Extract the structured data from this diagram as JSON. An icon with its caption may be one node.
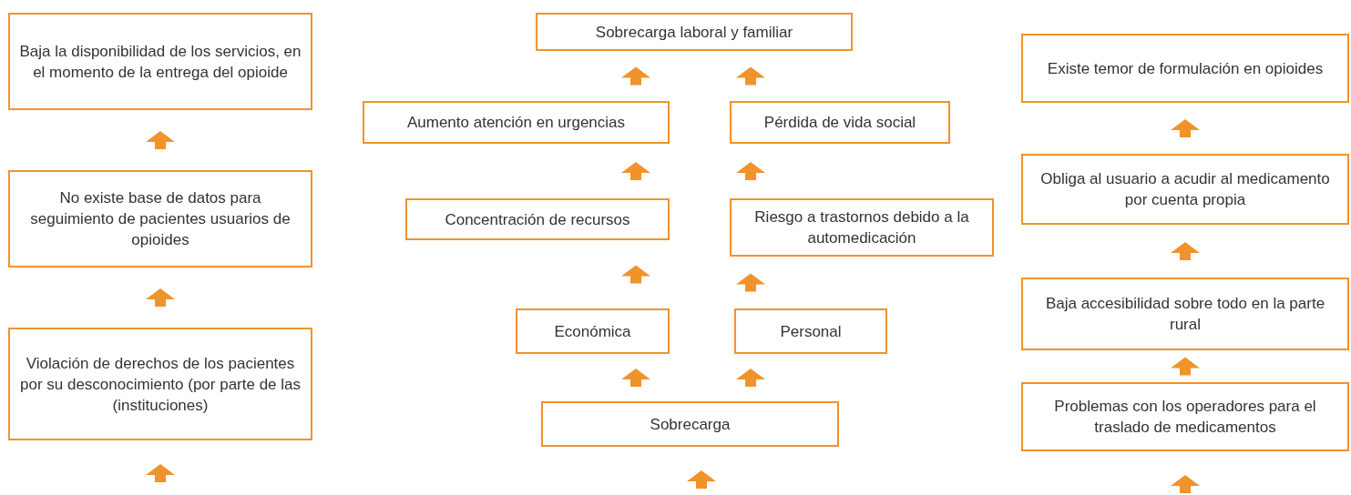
{
  "diagram": {
    "nodes": [
      {
        "text": [
          "Baja la disponibilidad de los servicios, en el momento de la entrega del opioide"
        ]
      },
      {
        "text": [
          "No existe base de datos para seguimiento de pacientes usuarios de opioides"
        ]
      },
      {
        "text": [
          "Violación de derechos de los pacientes por su desconocimiento (por parte de las (instituciones)"
        ]
      },
      {
        "text": [
          "Sobrecarga laboral y familiar"
        ]
      },
      {
        "text": [
          "Aumento atención en urgencias"
        ]
      },
      {
        "text": [
          "Pérdida de vida social"
        ]
      },
      {
        "text": [
          "Concentración de recursos"
        ]
      },
      {
        "text": [
          "Riesgo a trastornos debido a la automedicación"
        ]
      },
      {
        "text": [
          "Económica"
        ]
      },
      {
        "text": [
          "Personal"
        ]
      },
      {
        "text": [
          "Sobrecarga"
        ]
      },
      {
        "text": [
          "Existe temor de formulación en opioides"
        ]
      },
      {
        "text": [
          "Obliga al usuario a acudir al medicamento por cuenta propia"
        ]
      },
      {
        "text": [
          "Baja accesibilidad sobre todo en la parte rural"
        ]
      },
      {
        "text": [
          "Problemas con los operadores para el traslado de medicamentos"
        ]
      }
    ],
    "edges": [
      {
        "from": 1,
        "to": 0,
        "arrow": "to"
      },
      {
        "from": 2,
        "to": 1,
        "arrow": "to"
      },
      {
        "from": null,
        "to": 2,
        "arrow": "to"
      },
      {
        "from": 4,
        "to": 3,
        "arrow": "to"
      },
      {
        "from": 5,
        "to": 3,
        "arrow": "to"
      },
      {
        "from": 6,
        "to": 4,
        "arrow": "to"
      },
      {
        "from": 7,
        "to": 5,
        "arrow": "to"
      },
      {
        "from": 8,
        "to": 6,
        "arrow": "to"
      },
      {
        "from": 9,
        "to": 7,
        "arrow": "to"
      },
      {
        "from": 10,
        "to": 8,
        "arrow": "to"
      },
      {
        "from": 10,
        "to": 9,
        "arrow": "to"
      },
      {
        "from": null,
        "to": 10,
        "arrow": "to"
      },
      {
        "from": 12,
        "to": 11,
        "arrow": "to"
      },
      {
        "from": 13,
        "to": 12,
        "arrow": "to"
      },
      {
        "from": 14,
        "to": 13,
        "arrow": "to"
      },
      {
        "from": null,
        "to": 14,
        "arrow": "to"
      }
    ]
  }
}
